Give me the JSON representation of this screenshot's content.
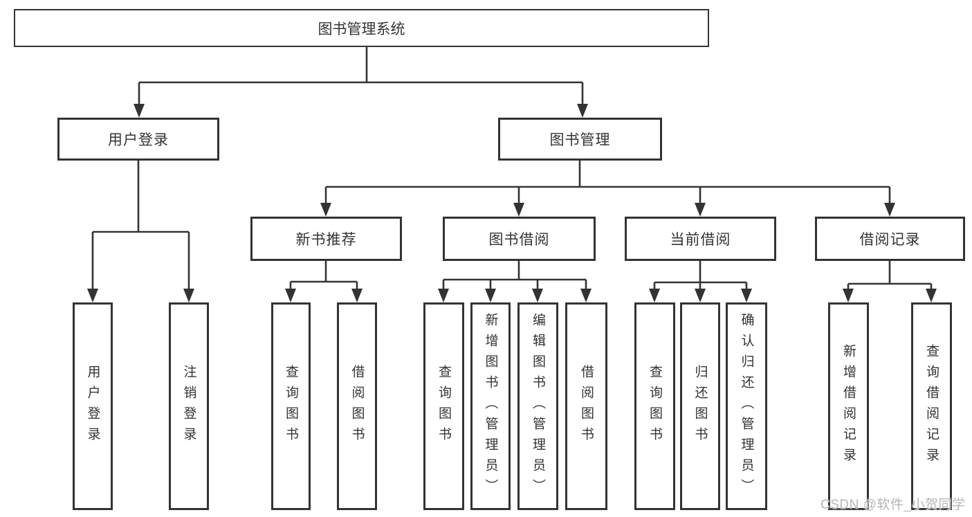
{
  "colors": {
    "line": "#333333",
    "text": "#333333",
    "background": "#ffffff",
    "watermark": "#b6b6b6"
  },
  "watermark": "CSDN @软件_小贺同学",
  "tree": {
    "root": {
      "label": "图书管理系统"
    },
    "children": [
      {
        "label": "用户登录",
        "children": [
          {
            "label": "用户登录"
          },
          {
            "label": "注销登录"
          }
        ]
      },
      {
        "label": "图书管理",
        "children": [
          {
            "label": "新书推荐",
            "children": [
              {
                "label": "查询图书"
              },
              {
                "label": "借阅图书"
              }
            ]
          },
          {
            "label": "图书借阅",
            "children": [
              {
                "label": "查询图书"
              },
              {
                "label": "新增图书（管理员）"
              },
              {
                "label": "编辑图书（管理员）"
              },
              {
                "label": "借阅图书"
              }
            ]
          },
          {
            "label": "当前借阅",
            "children": [
              {
                "label": "查询图书"
              },
              {
                "label": "归还图书"
              },
              {
                "label": "确认归还（管理员）"
              }
            ]
          },
          {
            "label": "借阅记录",
            "children": [
              {
                "label": "新增借阅记录"
              },
              {
                "label": "查询借阅记录"
              }
            ]
          }
        ]
      }
    ]
  }
}
